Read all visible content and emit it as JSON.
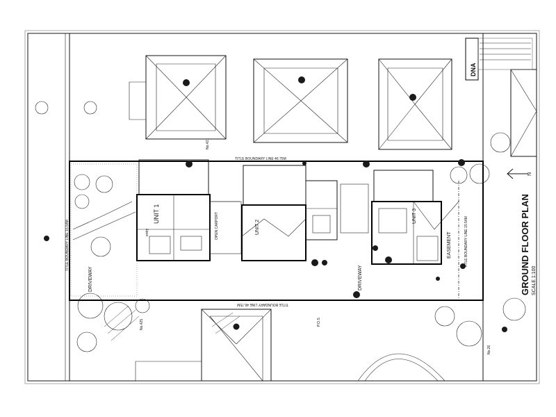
{
  "sheet": {
    "title": "GROUND FLOOR PLAN",
    "scale": "SCALE 1:100",
    "north": "N",
    "logo": "DNA"
  },
  "units": {
    "unit1": "UNIT 1",
    "unit2": "UNIT 2",
    "unit3": "UNIT 3"
  },
  "labels": {
    "boundary_top": "TITLE BOUNDARY LINE 46.75M",
    "boundary_bottom": "TITLE BOUNDARY LINE 46.75M",
    "boundary_left": "TITLE BOUNDARY LINE 15.54M",
    "boundary_right": "TITLE BOUNDARY LINE 15.54M",
    "driveway_left": "DRIVEWAY",
    "driveway_center": "DRIVEWAY",
    "easement": "EASEMENT",
    "pos": "P.O.S.",
    "carport": "OPEN CARPORT",
    "entry": "entry"
  },
  "neighbors": {
    "n1": "No.421",
    "n2": "No.425",
    "n3": "No.26"
  },
  "colors": {
    "ink": "#111111",
    "paper": "#ffffff",
    "marker": "#1a1a1a"
  }
}
